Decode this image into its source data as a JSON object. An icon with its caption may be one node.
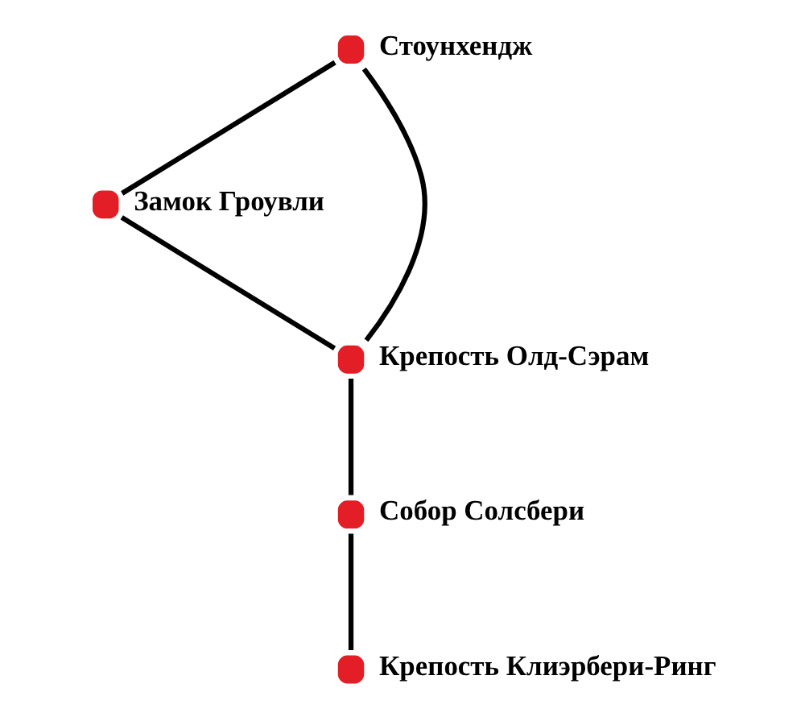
{
  "diagram": {
    "nodes": [
      {
        "text": [],
        "shape": "circle",
        "beside": [
          "Стоунхендж"
        ]
      },
      {
        "text": [],
        "shape": "circle",
        "beside": [
          "Замок Гроувли"
        ]
      },
      {
        "text": [],
        "shape": "circle",
        "beside": [
          "Крепость Олд-Сэрам"
        ]
      },
      {
        "text": [],
        "shape": "circle",
        "beside": [
          "Собор Солсбери"
        ]
      },
      {
        "text": [],
        "shape": "circle",
        "beside": [
          "Крепость Клиэрбери-Ринг"
        ]
      }
    ],
    "edges": [
      {
        "from": 0,
        "to": 1,
        "arrow": "none"
      },
      {
        "from": 1,
        "to": 2,
        "arrow": "none"
      },
      {
        "from": 0,
        "to": 2,
        "arrow": "none"
      },
      {
        "from": 2,
        "to": 3,
        "arrow": "none"
      },
      {
        "from": 3,
        "to": 4,
        "arrow": "none"
      }
    ]
  }
}
